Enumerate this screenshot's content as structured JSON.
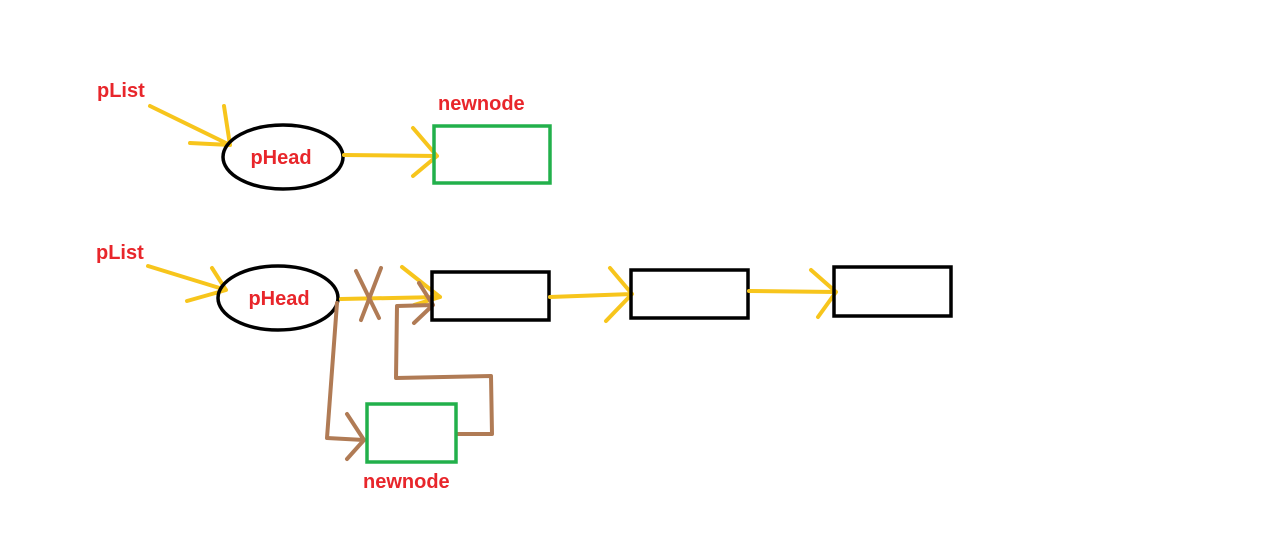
{
  "colors": {
    "background": "#ffffff",
    "label": "#e8262b",
    "pointer_arrow": "#f7c51c",
    "new_link": "#b07b55",
    "new_node_border": "#22b04b",
    "node_border": "#000000"
  },
  "diagram_top": {
    "pointer_label": "pList",
    "head_label": "pHead",
    "new_node_label": "newnode"
  },
  "diagram_bottom": {
    "pointer_label": "pList",
    "head_label": "pHead",
    "new_node_label": "newnode",
    "list_node_count": 3
  }
}
